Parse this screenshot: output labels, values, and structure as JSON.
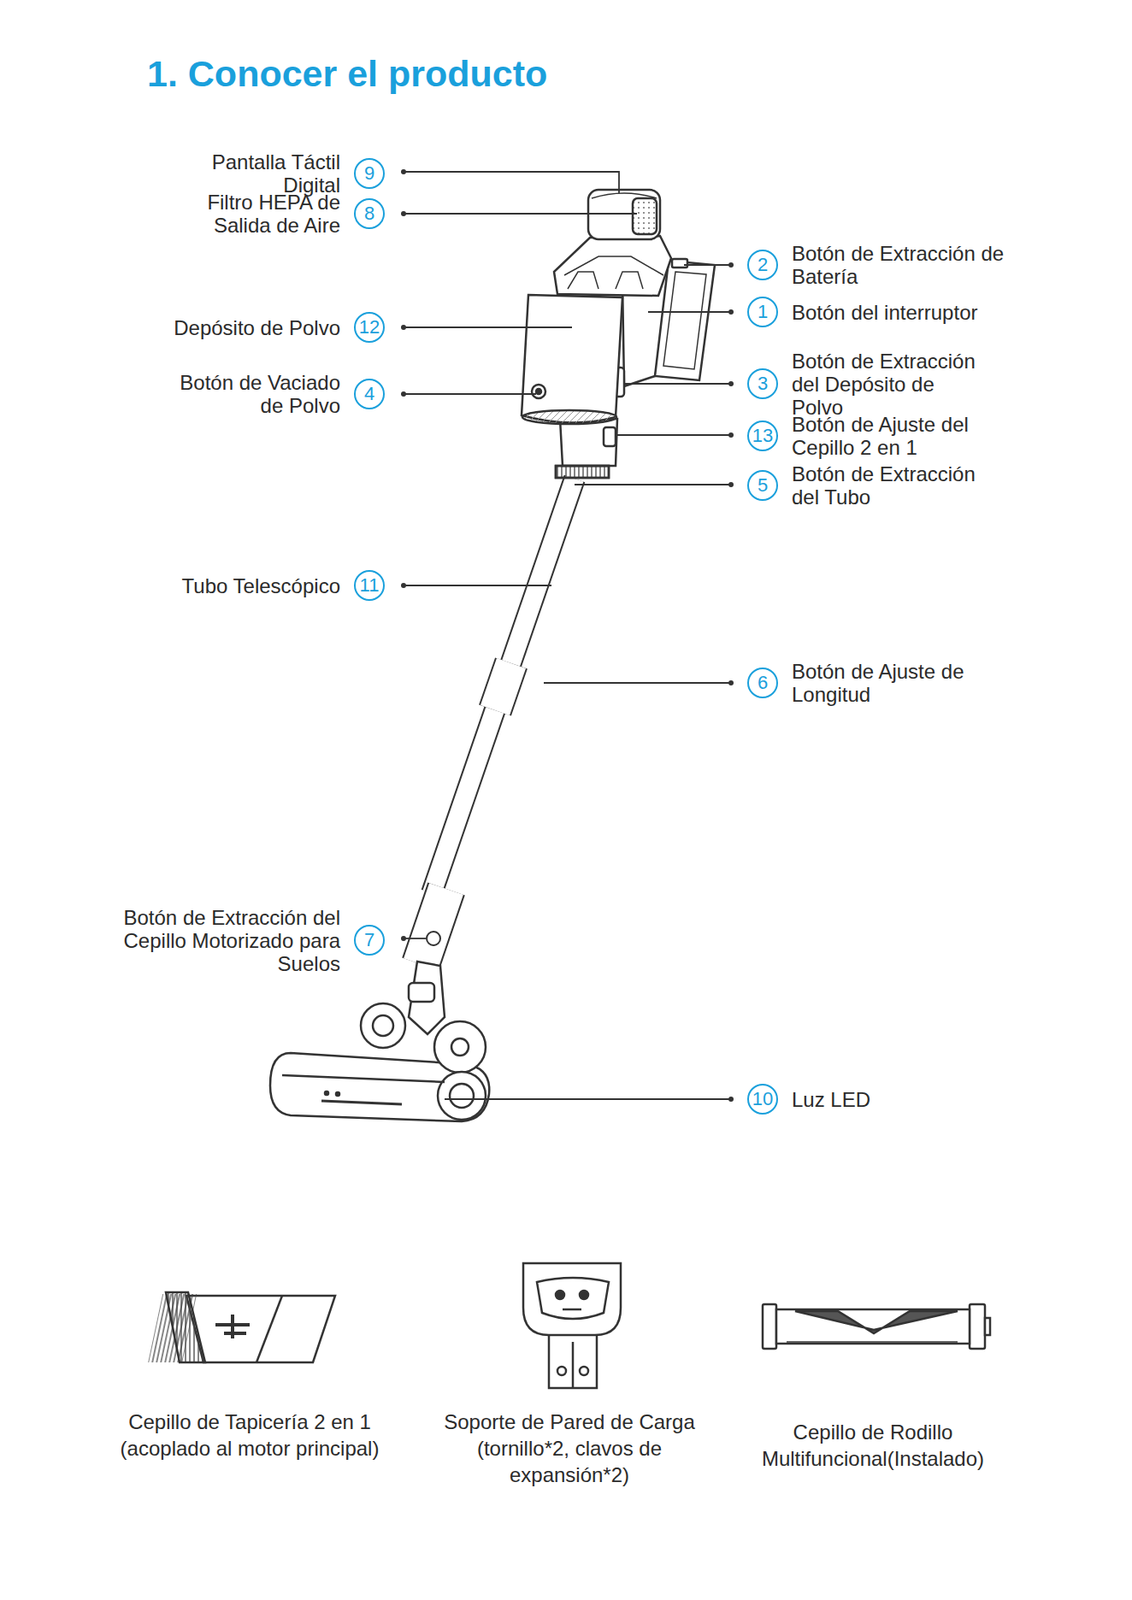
{
  "diagram": {
    "title": "1. Conocer el producto",
    "nodes": [
      {
        "text": [
          "9",
          "Pantalla Táctil Digital"
        ]
      },
      {
        "text": [
          "8",
          "Filtro HEPA de Salida de Aire"
        ]
      },
      {
        "text": [
          "2",
          "Botón de Extracción de Batería"
        ]
      },
      {
        "text": [
          "1",
          "Botón del interruptor"
        ]
      },
      {
        "text": [
          "12",
          "Depósito de Polvo"
        ]
      },
      {
        "text": [
          "3",
          "Botón de Extracción del Depósito de Polvo"
        ]
      },
      {
        "text": [
          "4",
          "Botón de Vaciado de Polvo"
        ]
      },
      {
        "text": [
          "13",
          "Botón de Ajuste del Cepillo 2 en 1"
        ]
      },
      {
        "text": [
          "5",
          "Botón de Extracción del Tubo"
        ]
      },
      {
        "text": [
          "11",
          "Tubo Telescópico"
        ]
      },
      {
        "text": [
          "6",
          "Botón de Ajuste de Longitud"
        ]
      },
      {
        "text": [
          "7",
          "Botón de Extracción del Cepillo Motorizado para Suelos"
        ]
      },
      {
        "text": [
          "10",
          "Luz LED"
        ]
      }
    ],
    "labels": [
      "Cepillo de Tapicería 2 en 1 (acoplado al motor principal)",
      "Soporte de Pared de Carga (tornillo*2, clavos de expansión*2)",
      "Cepillo de Rodillo Multifuncional(Instalado)"
    ]
  }
}
